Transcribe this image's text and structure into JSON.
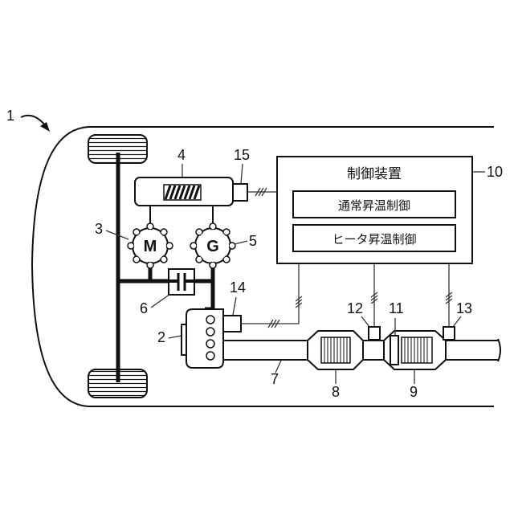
{
  "control_unit": {
    "title": "制御装置",
    "normal_control": "通常昇温制御",
    "heater_control": "ヒータ昇温制御"
  },
  "motor_letter": "M",
  "generator_letter": "G",
  "refs": {
    "vehicle": "1",
    "engine": "2",
    "motor": "3",
    "battery": "4",
    "generator": "5",
    "clutch": "6",
    "exhaust_pipe": "7",
    "catalyst_front": "8",
    "catalyst_rear": "9",
    "control_unit": "10",
    "heater": "11",
    "sensor_upstream": "12",
    "sensor_downstream": "13",
    "sensor_engine": "14",
    "sensor_battery": "15"
  }
}
